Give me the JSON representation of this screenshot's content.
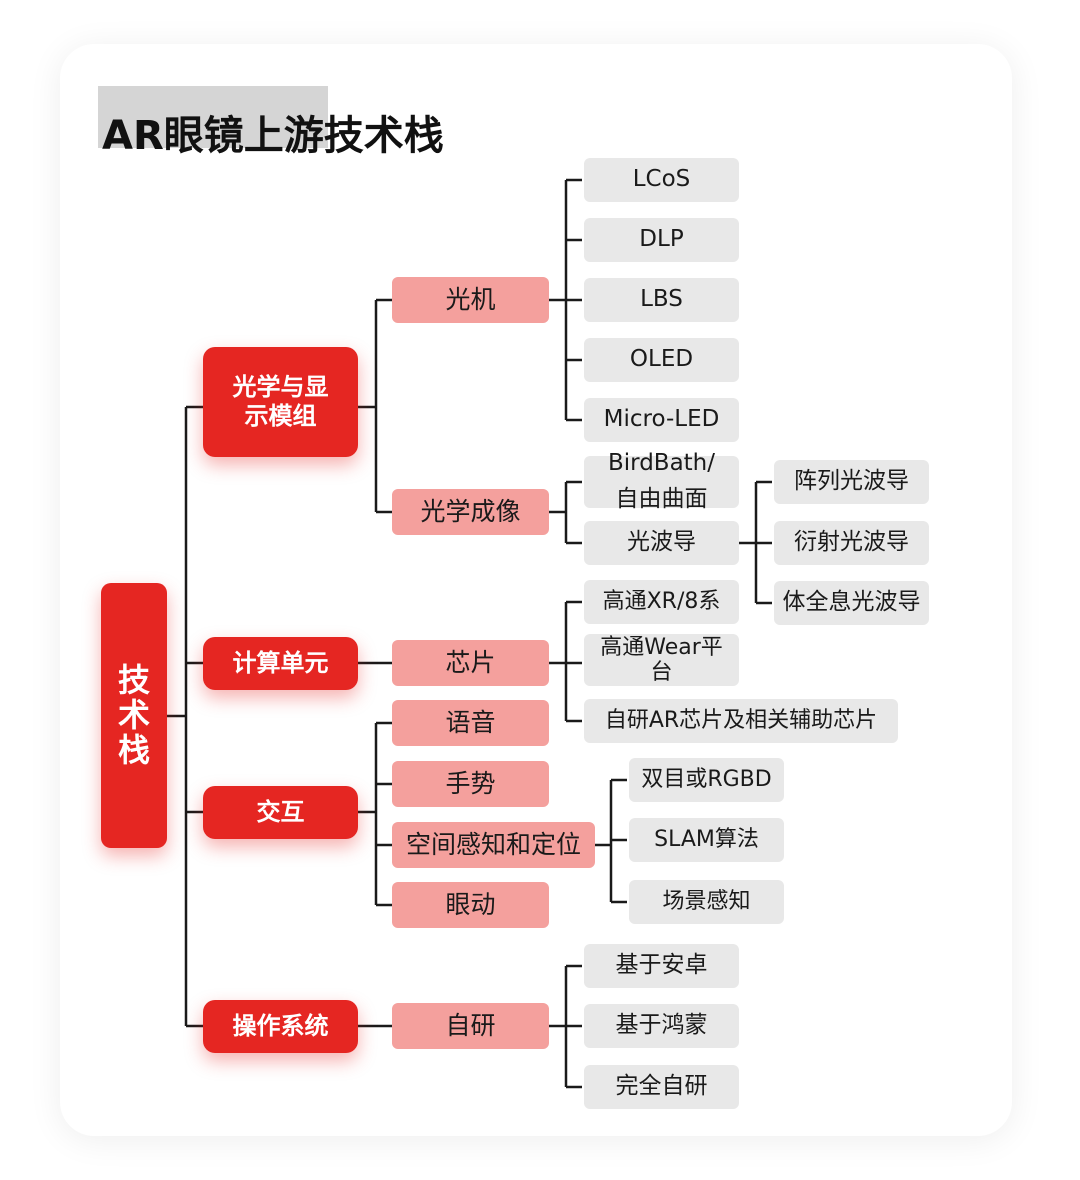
{
  "title": "AR眼镜上游技术栈",
  "nodes": {
    "root": "技术栈",
    "optics_display": "光学与显示模组",
    "compute": "计算单元",
    "interaction": "交互",
    "os": "操作系统",
    "light_engine": "光机",
    "optical_imaging": "光学成像",
    "chip": "芯片",
    "voice": "语音",
    "gesture": "手势",
    "spatial": "空间感知和定位",
    "eye_tracking": "眼动",
    "self_dev": "自研",
    "lcos": "LCoS",
    "dlp": "DLP",
    "lbs": "LBS",
    "oled": "OLED",
    "micro_led": "Micro-LED",
    "birdbath": "BirdBath/自由曲面",
    "waveguide": "光波导",
    "array_wg": "阵列光波导",
    "diffractive_wg": "衍射光波导",
    "holographic_wg": "体全息光波导",
    "qualcomm_xr": "高通XR/8系",
    "qualcomm_wear": "高通Wear平台",
    "self_ar_chip": "自研AR芯片及相关辅助芯片",
    "binocular_rgbd": "双目或RGBD",
    "slam": "SLAM算法",
    "scene_perception": "场景感知",
    "android": "基于安卓",
    "harmony": "基于鸿蒙",
    "fully_self": "完全自研"
  }
}
